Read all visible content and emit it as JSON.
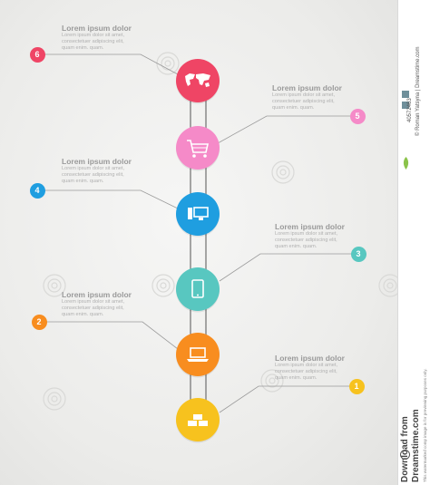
{
  "steps": [
    {
      "number": "1",
      "title": "Lorem ipsum dolor",
      "lines": [
        "Lorem ipsum dolor sit amet,",
        "consectetuer adipiscing elit,",
        "quam enim. quam."
      ],
      "color": "#f7c21e",
      "icon": "gold-bars-icon"
    },
    {
      "number": "2",
      "title": "Lorem ipsum dolor",
      "lines": [
        "Lorem ipsum dolor sit amet,",
        "consectetuer adipiscing elit,",
        "quam enim. quam."
      ],
      "color": "#f88d1f",
      "icon": "laptop-icon"
    },
    {
      "number": "3",
      "title": "Lorem ipsum dolor",
      "lines": [
        "Lorem ipsum dolor sit amet,",
        "consectetuer adipiscing elit,",
        "quam enim. quam."
      ],
      "color": "#58c7c0",
      "icon": "tablet-icon"
    },
    {
      "number": "4",
      "title": "Lorem ipsum dolor",
      "lines": [
        "Lorem ipsum dolor sit amet,",
        "consectetuer adipiscing elit,",
        "quam enim. quam."
      ],
      "color": "#1f9ee0",
      "icon": "desktop-computer-icon"
    },
    {
      "number": "5",
      "title": "Lorem ipsum dolor",
      "lines": [
        "Lorem ipsum dolor sit amet,",
        "consectetuer adipiscing elit,",
        "quam enim. quam."
      ],
      "color": "#f58ac8",
      "icon": "shopping-cart-icon"
    },
    {
      "number": "6",
      "title": "Lorem ipsum dolor",
      "lines": [
        "Lorem ipsum dolor sit amet,",
        "consectetuer adipiscing elit,",
        "quam enim. quam."
      ],
      "color": "#ef4565",
      "icon": "world-map-icon"
    }
  ],
  "sidebar": {
    "image_id": "40572463",
    "credit": "© Roman Yatsyna | Dreamstime.com",
    "download": "Download from",
    "site": "Dreamstime.com",
    "note": "This watermarked comp image is for previewing purposes only."
  }
}
